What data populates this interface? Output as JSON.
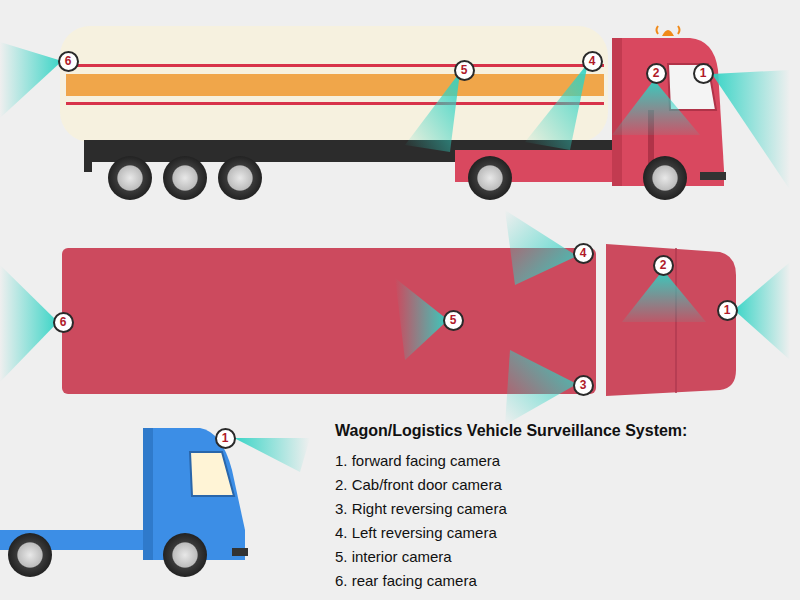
{
  "diagram": {
    "title": "Wagon/Logistics Vehicle Surveillance System:",
    "labels": [
      "6",
      "5",
      "4",
      "2",
      "1",
      "4",
      "2",
      "6",
      "5",
      "1",
      "3",
      "1",
      "1. forward facing camera",
      "2. Cab/front door camera",
      "3. Right reversing camera",
      "4. Left reversing camera",
      "5. interior camera",
      "6. rear facing camera"
    ]
  }
}
